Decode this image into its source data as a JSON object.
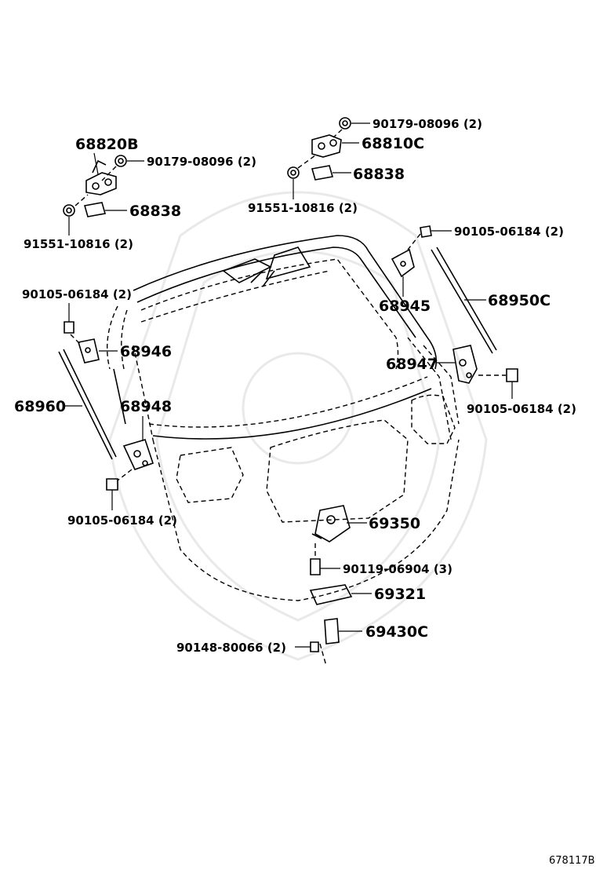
{
  "diagram_code": "678117B",
  "labels": {
    "l68820B": "68820B",
    "l90179a": "90179-08096 (2)",
    "l68838a": "68838",
    "l91551a": "91551-10816 (2)",
    "l90179b": "90179-08096 (2)",
    "l68810C": "68810C",
    "l68838b": "68838",
    "l91551b": "91551-10816 (2)",
    "l90105a": "90105-06184 (2)",
    "l68945": "68945",
    "l68950C": "68950C",
    "l90105b": "90105-06184 (2)",
    "l68946": "68946",
    "l68947": "68947",
    "l90105c": "90105-06184 (2)",
    "l68960": "68960",
    "l68948": "68948",
    "l90105d": "90105-06184 (2)",
    "l69350": "69350",
    "l90119": "90119-06904 (3)",
    "l69321": "69321",
    "l69430C": "69430C",
    "l90148": "90148-80066 (2)"
  },
  "colors": {
    "line": "#000000",
    "background": "#ffffff",
    "watermark": "#e9e9e9"
  }
}
